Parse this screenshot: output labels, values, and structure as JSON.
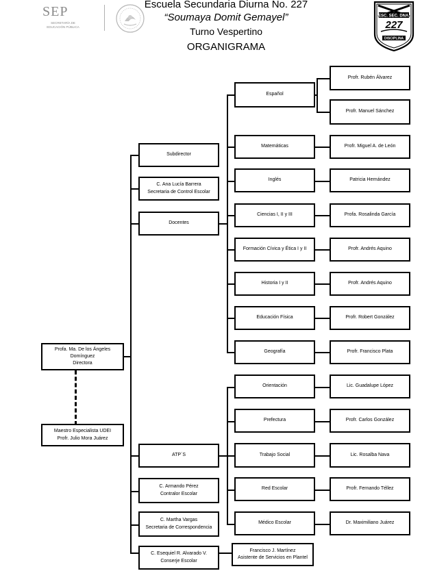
{
  "header": {
    "logo_text": "SEP",
    "logo_subtext_1": "SECRETARÍA DE",
    "logo_subtext_2": "EDUCACIÓN PÚBLICA",
    "school": "Escuela Secundaria Diurna No. 227",
    "name": "“Soumaya Domit Gemayel”",
    "shift": "Turno Vespertino",
    "title": "ORGANIGRAMA"
  },
  "seal": {
    "top_text": "ESC. SEC. DNA.",
    "number": "227",
    "bottom_text": "DISCIPLINA"
  },
  "org": {
    "director": {
      "line1": "Profa. Ma.  De los Ángeles",
      "line2": "Domínguez",
      "line3": "Directora"
    },
    "udei": {
      "line1": "Maestro Especialista UDEI",
      "line2": "Profr. Julio Mora Juárez"
    },
    "subdirector": "Subdirector",
    "control_escolar": {
      "line1": "C. Ana Lucía Barrera",
      "line2": "Secretaria  de  Control Escolar"
    },
    "docentes": "Docentes",
    "atps": "ATP´S",
    "contralor": {
      "line1": "C. Armando  Pérez",
      "line2": "Contralor Escolar"
    },
    "correspondencia": {
      "line1": "C. Martha  Vargas",
      "line2": "Secretaria  de  Correspondencia"
    },
    "conserje": {
      "line1": "C. Esequiel  R. Alvarado  V.",
      "line2": "Conserje Escolar"
    },
    "asistente": {
      "line1": "Francisco J. Martínez",
      "line2": "Asistente  de  Servicios  en  Plantel"
    },
    "subjects": [
      {
        "subject": "Español",
        "teachers": [
          "Profr. Rubén Álvarez",
          "Profr.  Manuel  Sánchez"
        ]
      },
      {
        "subject": "Matemáticas",
        "teachers": [
          "Profr.  Miguel  A.  de  León"
        ]
      },
      {
        "subject": "Inglés",
        "teachers": [
          "Patricia  Hernández"
        ]
      },
      {
        "subject": "Ciencias I, II y III",
        "teachers": [
          "Profa.  Rosalinda  García"
        ]
      },
      {
        "subject": "Formación  Cívica  y  Ética  I  y  II",
        "teachers": [
          "Profr.  Andrés  Aquino"
        ]
      },
      {
        "subject": "Historia  I y II",
        "teachers": [
          "Profr.  Andrés  Aquino"
        ]
      },
      {
        "subject": "Educación  Física",
        "teachers": [
          "Profr.  Robert  González"
        ]
      },
      {
        "subject": "Geografía",
        "teachers": [
          "Profr.  Francisco  Plata"
        ]
      }
    ],
    "atp_areas": [
      {
        "area": "Orientación",
        "person": "Lic.  Guadalupe  López"
      },
      {
        "area": "Prefectura",
        "person": "Profr.  Carlos  González"
      },
      {
        "area": "Trabajo  Social",
        "person": "Lic.  Rosalba  Nava"
      },
      {
        "area": "Red  Escolar",
        "person": "Profr.  Fernando  Téllez"
      },
      {
        "area": "Médico  Escolar",
        "person": "Dr.  Maximiliano  Juárez"
      }
    ]
  }
}
